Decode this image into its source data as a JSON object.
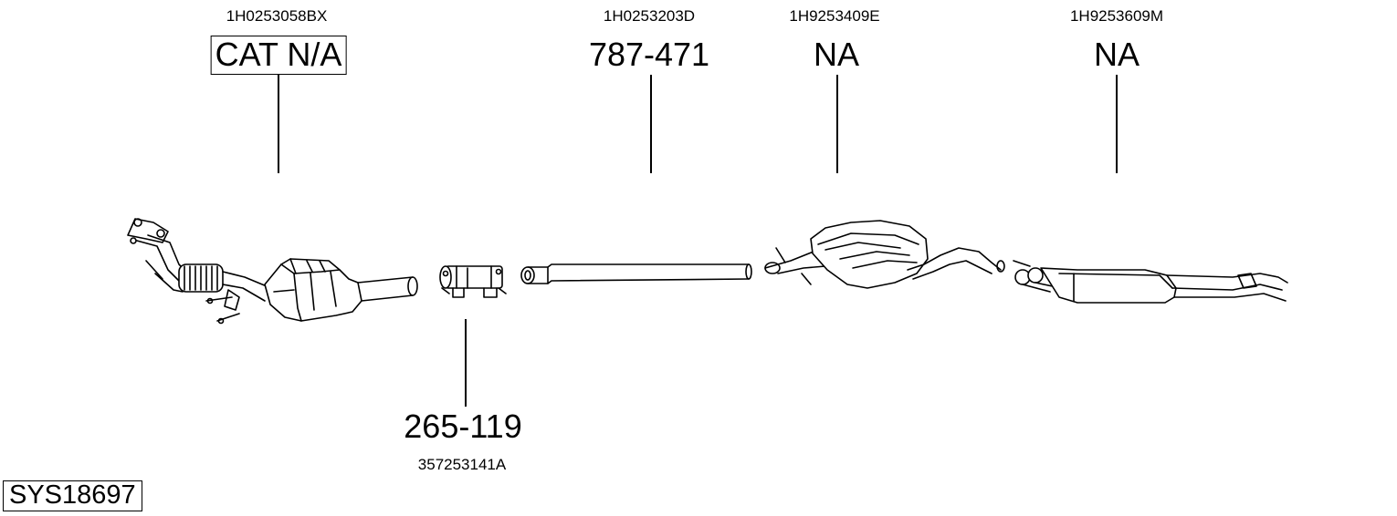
{
  "system_code": "SYS18697",
  "parts": [
    {
      "id": "catalytic-converter",
      "oem": "1H0253058BX",
      "part_number": "CAT N/A",
      "boxed": true
    },
    {
      "id": "clamp",
      "oem": "357253141A",
      "part_number": "265-119",
      "boxed": false
    },
    {
      "id": "intermediate-pipe",
      "oem": "1H0253203D",
      "part_number": "787-471",
      "boxed": false
    },
    {
      "id": "middle-silencer",
      "oem": "1H9253409E",
      "part_number": "NA",
      "boxed": false
    },
    {
      "id": "rear-silencer",
      "oem": "1H9253609M",
      "part_number": "NA",
      "boxed": false
    }
  ]
}
